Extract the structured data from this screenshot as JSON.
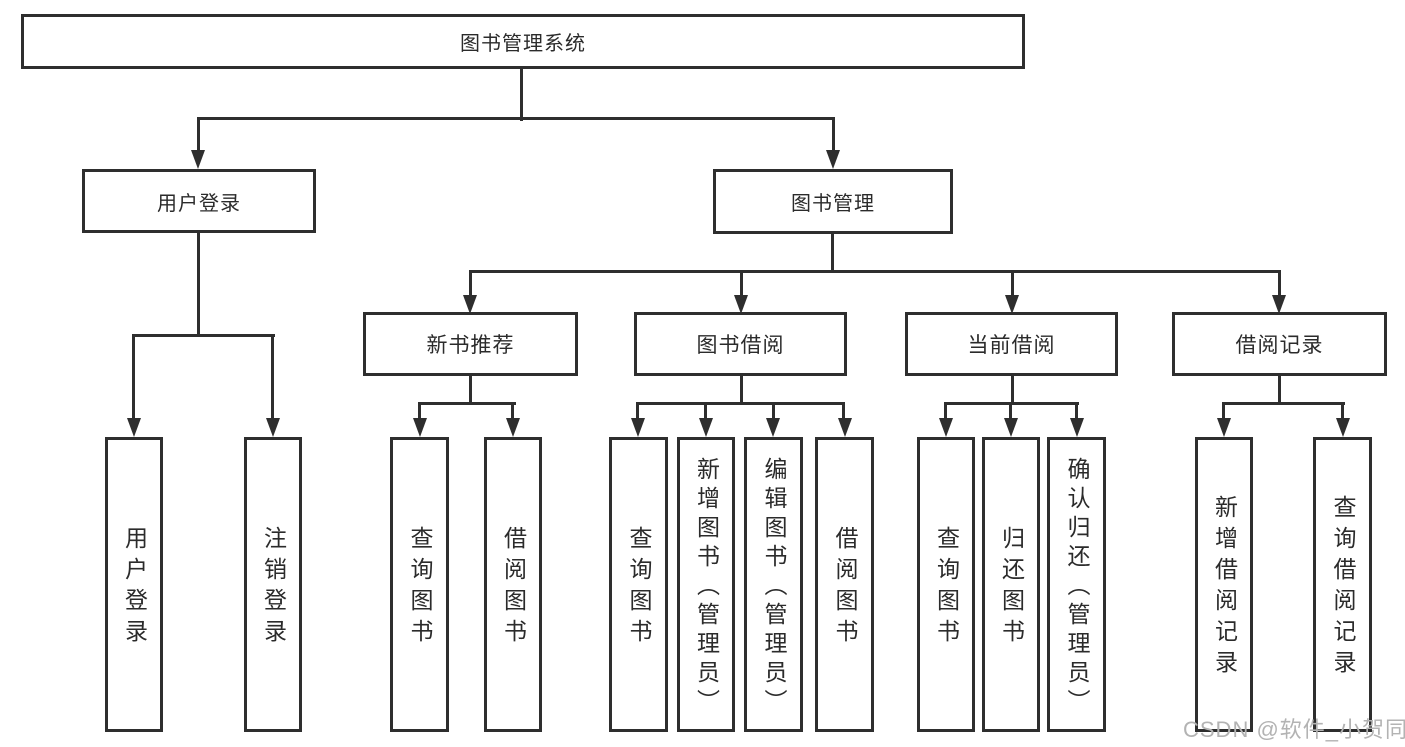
{
  "diagram": {
    "type": "hierarchy-tree",
    "line_color": "#2e2e2e",
    "box_background": "#ffffff",
    "text_color": "#2b2b2b"
  },
  "tree": {
    "root": {
      "label": "图书管理系统",
      "children": [
        {
          "label": "用户登录",
          "children": [
            {
              "label": "用户登录"
            },
            {
              "label": "注销登录"
            }
          ]
        },
        {
          "label": "图书管理",
          "children": [
            {
              "label": "新书推荐",
              "children": [
                {
                  "label": "查询图书"
                },
                {
                  "label": "借阅图书"
                }
              ]
            },
            {
              "label": "图书借阅",
              "children": [
                {
                  "label": "查询图书"
                },
                {
                  "label": "新增图书（管理员）"
                },
                {
                  "label": "编辑图书（管理员）"
                },
                {
                  "label": "借阅图书"
                }
              ]
            },
            {
              "label": "当前借阅",
              "children": [
                {
                  "label": "查询图书"
                },
                {
                  "label": "归还图书"
                },
                {
                  "label": "确认归还（管理员）"
                }
              ]
            },
            {
              "label": "借阅记录",
              "children": [
                {
                  "label": "新增借阅记录"
                },
                {
                  "label": "查询借阅记录"
                }
              ]
            }
          ]
        }
      ]
    }
  },
  "watermark": {
    "text": "CSDN @软件_小贺同学",
    "color": "#b3b3b3"
  }
}
